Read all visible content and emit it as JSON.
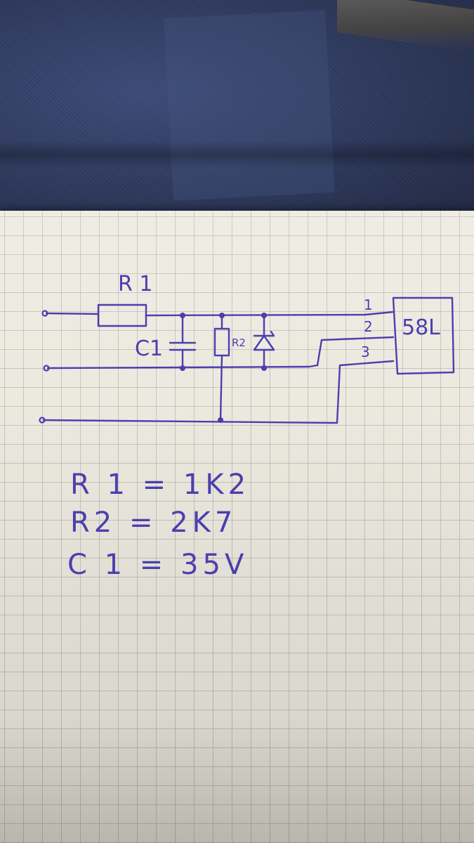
{
  "schematic": {
    "labels": {
      "r1": "R 1",
      "c1": "C1",
      "r2": "R2",
      "ic": "58L",
      "pin1": "1",
      "pin2": "2",
      "pin3": "3"
    }
  },
  "values": {
    "line1": "R 1 =  1K2",
    "line2": "R2 =  2K7",
    "line3": "C 1 =  35V"
  },
  "colors": {
    "ink": "#4b3fae",
    "paper": "#ece9df",
    "fabric": "#2b3659"
  }
}
